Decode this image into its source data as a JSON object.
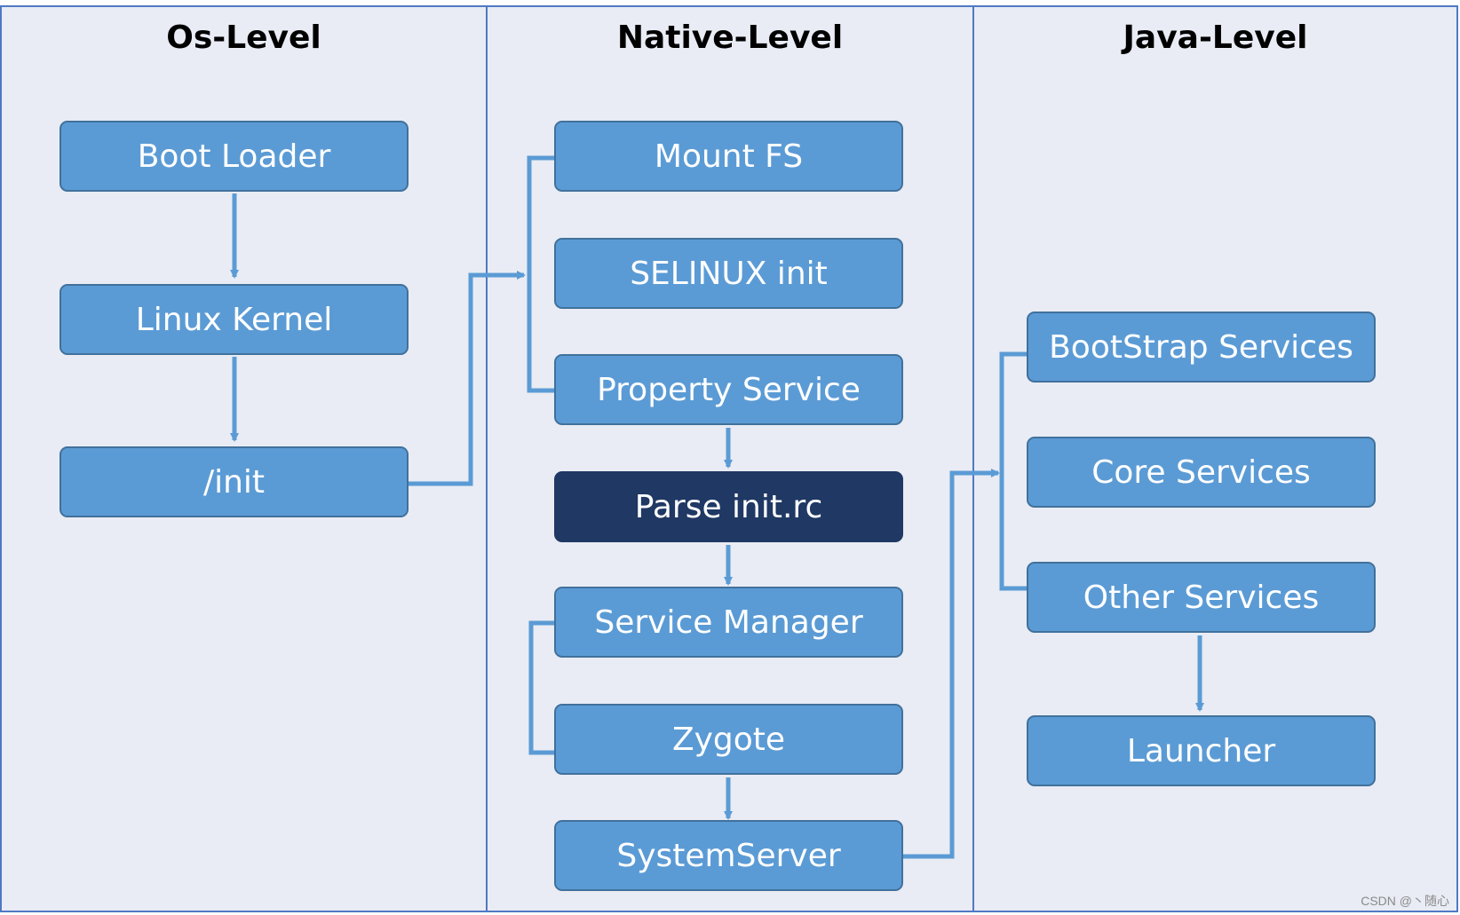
{
  "columns": {
    "os": "Os-Level",
    "native": "Native-Level",
    "java": "Java-Level"
  },
  "nodes": {
    "boot_loader": "Boot Loader",
    "linux_kernel": "Linux Kernel",
    "init": "/init",
    "mount_fs": "Mount FS",
    "selinux_init": "SELINUX init",
    "property_service": "Property Service",
    "parse_init_rc": "Parse init.rc",
    "service_manager": "Service Manager",
    "zygote": "Zygote",
    "system_server": "SystemServer",
    "bootstrap_services": "BootStrap Services",
    "core_services": "Core Services",
    "other_services": "Other Services",
    "launcher": "Launcher"
  },
  "colors": {
    "box_fill": "#5b9bd5",
    "box_border": "#41719c",
    "highlight_fill": "#1f3864",
    "lane_fill": "#e9ecf4",
    "lane_border": "#4f79c4"
  },
  "watermark": "CSDN @丶随心"
}
